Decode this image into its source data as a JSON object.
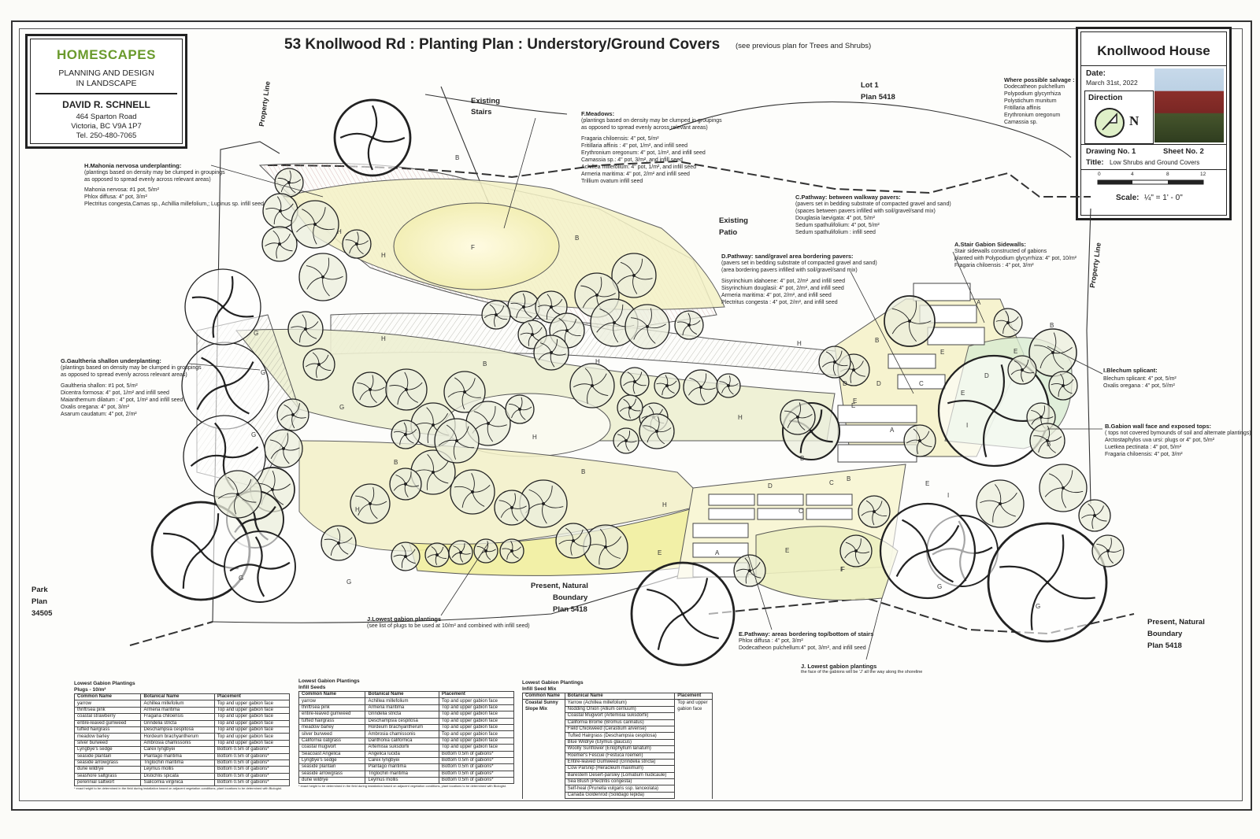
{
  "company": {
    "name": "HOMESCAPES",
    "tagline1": "PLANNING AND DESIGN",
    "tagline2": "IN LANDSCAPE",
    "designer": "DAVID R. SCHNELL",
    "address1": "464 Sparton Road",
    "address2": "Victoria, BC  V9A 1P7",
    "phone": "Tel. 250-480-7065"
  },
  "title": "53 Knollwood Rd : Planting Plan : Understory/Ground Covers",
  "title_note": "(see previous plan for Trees and Shrubs)",
  "title_block": {
    "project": "Knollwood House",
    "date_label": "Date:",
    "date_value": "March 31st, 2022",
    "direction_label": "Direction",
    "north": "N",
    "drawing_label": "Drawing No. 1",
    "sheet_label": "Sheet No. 2",
    "title_label": "Title:",
    "title_value": "Low Shrubs and Ground Covers",
    "scale_ticks": [
      "0",
      "4",
      "8",
      "12"
    ],
    "scale_label": "Scale:",
    "scale_value": "¼\" = 1' - 0\""
  },
  "site_labels": {
    "property_line_left": "Property Line",
    "property_line_right": "Property Line",
    "existing_stairs": [
      "Existing",
      "Stairs"
    ],
    "existing_patio": [
      "Existing",
      "Patio"
    ],
    "lot1": [
      "Lot 1",
      "Plan 5418"
    ],
    "park": [
      "Park",
      "Plan",
      "34505"
    ],
    "boundary_mid": [
      "Present, Natural",
      "Boundary",
      "Plan 5418"
    ],
    "boundary_right": [
      "Present, Natural",
      "Boundary",
      "Plan 5418"
    ]
  },
  "salvage": {
    "title": "Where possible salvage :",
    "items": [
      "Dodecatheon pulchellum",
      "Polypodium glycyrrhiza",
      "Polystichum munitum",
      "Fritillaria affinis",
      "Erythronium oregonum",
      "Camassia sp."
    ]
  },
  "notes": {
    "H": {
      "title": "H.Mahonia nervosa underplanting:",
      "sub": [
        "(plantings based on density may be clumped in groupings",
        "as opposed to spread evenly across relevant areas)"
      ],
      "items": [
        "Mahonia nervosa: #1 pot, 5/m²",
        "Phlox diffusa: 4\" pot, 3/m²",
        "Plectritus congesta,Camas sp., Achillia millefolium,; Lupinus sp. infill seed"
      ]
    },
    "F": {
      "title": "F.Meadows:",
      "sub": [
        "(plantings based on density may be clumped in groupings",
        "as opposed to spread evenly across relevant areas)"
      ],
      "items": [
        "Fragaria chiloensis: 4\" pot, 5/m²",
        "Fritillaria affinis : 4\" pot, 1/m², and infill seed",
        "Erythronium oregonum: 4\" pot, 1/m², and infill seed",
        "Camassia sp.: 4\" pot, 3/m², and infill seed",
        "Achillea millefolium: 4\" pot, 1/m², and infill seed",
        "Armeria maritima: 4\" pot, 2/m² and infill seed",
        "Trillium ovatum infill seed"
      ]
    },
    "C": {
      "title": "C.Pathway: between walkway pavers:",
      "sub": [
        "(pavers set in bedding substrate of compacted gravel and sand)",
        "(spaces between pavers infilled with soil/gravel/sand mix)"
      ],
      "items": [
        "Douglasia laevigata: 4\" pot, 5/m²",
        "Sedum spathulifolium: 4\" pot, 5/m²",
        "Sedum spathulifolium : infill seed"
      ]
    },
    "A": {
      "title": "A.Stair Gabion Sidewalls:",
      "sub": [
        "Stair sidewalls constructed of gabions",
        "planted with Polypodium glycyrrhiza: 4\" pot, 10/m²",
        "Fragaria chiloensis : 4\" pot, 3/m²"
      ],
      "items": []
    },
    "D": {
      "title": "D.Pathway: sand/gravel area bordering pavers:",
      "sub": [
        "(pavers set in bedding substrate of compacted gravel and sand)",
        "(area bordering pavers infilled with soil/gravel/sand mix)"
      ],
      "items": [
        "Sisyrinchium idahoene: 4\" pot, 2/m² ,and infill seed",
        "Sisyrinchium douglasii: 4\" pot, 2/m², and infill seed",
        "Armeria maritima: 4\" pot, 2/m², and infill seed",
        "Plectritus congesta : 4\" pot, 2/m², and infill seed"
      ]
    },
    "G": {
      "title": "G.Gaultheria shallon underplanting:",
      "sub": [
        "(plantings based on density may be clumped in groupings",
        "as opposed to spread evenly across relevant areas)"
      ],
      "items": [
        "Gaultheria shallon: #1 pot, 5/m²",
        "Dicentra formosa: 4\" pot, 1/m² and infill seed",
        "Maianthemum dilatum : 4\" pot, 1/m² and infill seed",
        "Oxalis oregana: 4\" pot, 3/m²",
        "Asarum caudatum: 4\" pot, 2/m²"
      ]
    },
    "I": {
      "title": "I.Blechum splicant:",
      "sub": [],
      "items": [
        "Blechum splicant: 4\" pot, 5/m²",
        "Oxalis oregana : 4\" pot, 5//m²"
      ]
    },
    "B": {
      "title": "B.Gabion wall face and exposed tops:",
      "sub": [
        "( tops not covered bymounds of soil and alternate plantings)"
      ],
      "items": [
        "Arctostaphylos uva ursi: plugs or 4\" pot, 5/m²",
        "Luetkea pectinata : 4\" pot, 5/m²",
        "Fragaria chiloensis: 4\" pot, 3/m²"
      ]
    },
    "J1": {
      "title": "J.Lowest gabion plantings",
      "sub": [
        "(see list of plugs to be used at 10/m² and combined with infill seed)"
      ],
      "items": []
    },
    "E": {
      "title": "E.Pathway: areas bordering top/bottom of stairs",
      "sub": [],
      "items": [
        "Phlox diffusa : 4\" pot, 3/m²",
        "Dodecatheon pulchellum:4\" pot, 3/m², and infill seed"
      ]
    },
    "J2": {
      "title": "J. Lowest gabion plantings",
      "sub": [
        "the face of the gabions will be 'J' all the way along the shoreline"
      ],
      "items": []
    }
  },
  "zone_letters": [
    "B",
    "F",
    "B",
    "H",
    "H",
    "G",
    "H",
    "G",
    "G",
    "G",
    "H",
    "B",
    "H",
    "H",
    "B",
    "B",
    "H",
    "H",
    "B",
    "B",
    "H",
    "G",
    "G",
    "F",
    "A",
    "E",
    "D",
    "C",
    "A",
    "D",
    "C",
    "B",
    "E",
    "E",
    "I",
    "E",
    "B",
    "D",
    "E",
    "C",
    "A",
    "E",
    "F",
    "G",
    "G",
    "I",
    "E",
    "B",
    "D",
    "E"
  ],
  "tables": [
    {
      "title1": "Lowest Gabion Plantings",
      "title2": "Plugs - 10/m²",
      "headers": [
        "Common Name",
        "Botanical Name",
        "Placement"
      ],
      "rows": [
        [
          "yarrow",
          "Achillea millefolium",
          "Top and upper gabion face"
        ],
        [
          "thrift/sea pink",
          "Armeria maritima",
          "Top and upper gabion face"
        ],
        [
          "coastal strawberry",
          "Fragaria chiloensis",
          "Top and upper gabion face"
        ],
        [
          "entire-leaved gumweed",
          "Grindelia stricta",
          "Top and upper gabion face"
        ],
        [
          "tufted hairgrass",
          "Deschampsia cespitosa",
          "Top and upper gabion face"
        ],
        [
          "meadow barley",
          "Hordeum brachyantherum",
          "Top and upper gabion face"
        ],
        [
          "silver burweed",
          "Ambrosia chamissonis",
          "Top and upper gabion face"
        ],
        [
          "Lyngbye's sedge",
          "Carex lyngbyei",
          "Bottom 0.5m of gabions*"
        ],
        [
          "seaside plantain",
          "Plantago maritima",
          "Bottom 0.5m of gabions*"
        ],
        [
          "seaside arrowgrass",
          "Triglochin maritima",
          "Bottom 0.5m of gabions*"
        ],
        [
          "dune wildrye",
          "Leymus mollis",
          "Bottom 0.5m of gabions*"
        ],
        [
          "seashore saltgrass",
          "Distichlis spicata",
          "Bottom 0.5m of gabions*"
        ],
        [
          "perennial saltwort",
          "Salicornia virginica",
          "Bottom 0.5m of gabions*"
        ]
      ],
      "foot": "* exact height to be determined in the field during installation based on adjacent vegetation conditions, plant locations to be determined with Biologist."
    },
    {
      "title1": "Lowest Gabion Plantings",
      "title2": "Infill Seeds",
      "headers": [
        "Common Name",
        "Botanical Name",
        "Placement"
      ],
      "rows": [
        [
          "yarrow",
          "Achillea millefolium",
          "Top and upper gabion face"
        ],
        [
          "thrift/sea pink",
          "Armeria maritima",
          "Top and upper gabion face"
        ],
        [
          "entire-leaved gumweed",
          "Grindelia stricta",
          "Top and upper gabion face"
        ],
        [
          "tufted hairgrass",
          "Deschampsia cespitosa",
          "Top and upper gabion face"
        ],
        [
          "meadow barley",
          "Hordeum brachyantherum",
          "Top and upper gabion face"
        ],
        [
          "silver burweed",
          "Ambrosia chamissonis",
          "Top and upper gabion face"
        ],
        [
          "California oatgrass",
          "Danthonia californica",
          "Top and upper gabion face"
        ],
        [
          "coastal mugwort",
          "Artemisia suksdorfii",
          "Top and upper gabion face"
        ],
        [
          "Seacoast Angelica",
          "Angelica lucida",
          "Bottom 0.5m of gabions*"
        ],
        [
          "Lyngbye's sedge",
          "Carex lyngbyei",
          "Bottom 0.5m of gabions*"
        ],
        [
          "seaside plantain",
          "Plantago maritima",
          "Bottom 0.5m of gabions*"
        ],
        [
          "seaside arrowgrass",
          "Triglochin maritima",
          "Bottom 0.5m of gabions*"
        ],
        [
          "dune wildrye",
          "Leymus mollis",
          "Bottom 0.5m of gabions*"
        ]
      ],
      "foot": "* exact height to be determined in the field during installation based on adjacent vegetation conditions, plant locations to be determined with Biologist."
    },
    {
      "title1": "Lowest Gabion Plantings",
      "title2": "Infill Seed Mix",
      "headers": [
        "Common Name",
        "Botanical Name",
        "Placement"
      ],
      "mix_name": [
        "Coastal Sunny",
        "Slope Mix"
      ],
      "mix_placement": [
        "Top and upper",
        "gabion face"
      ],
      "species": [
        "Yarrow (Achillea millefolium)",
        "Nodding Onion (Allium cernuum)",
        "Coastal Mugwort (Artemisia suksdorfii)",
        "California Brome (Bromus carinatus)",
        "Field Chickweed (Cerastium arvense)",
        "Tufted Hairgrass (Deschampsia cespitosa)",
        "Blue Wildrye (Elymus glaucus)",
        "Woolly Sunflower (Eriophyllum lanatum)",
        "Roemer's Fescue (Festuca roemeri)",
        "Entire-leaved Gumweed (Grindelia stricta)",
        "Cow Parsnip (Heracleum maximum)",
        "Barestem Desert-parsley (Lomatium nudicaule)",
        "Sea Blush (Plectritis congesta)",
        "Self-heal (Prunella vulgaris ssp. lanceolata)",
        "Canada Goldenrod (Solidago lepida)"
      ]
    }
  ]
}
